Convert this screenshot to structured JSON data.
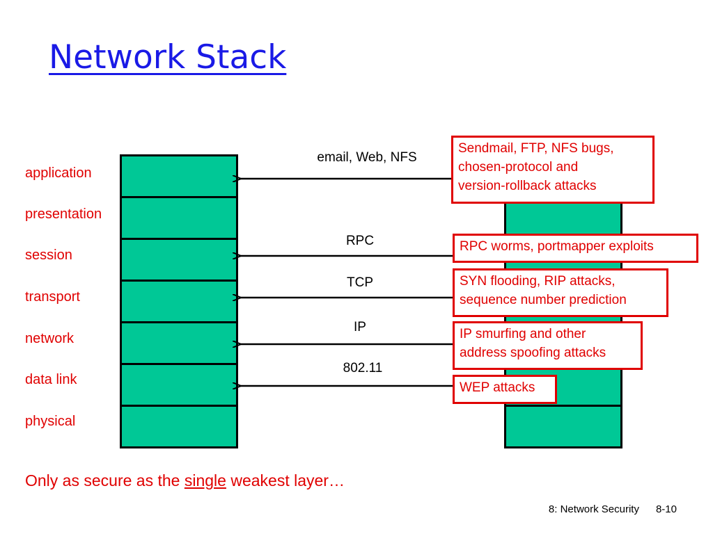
{
  "title": "Network Stack",
  "layers": [
    "application",
    "presentation",
    "session",
    "transport",
    "network",
    "data link",
    "physical"
  ],
  "protocols": [
    {
      "label": "email, Web, NFS",
      "layer": 0
    },
    {
      "label": "RPC",
      "layer": 2
    },
    {
      "label": "TCP",
      "layer": 3
    },
    {
      "label": "IP",
      "layer": 4
    },
    {
      "label": "802.11",
      "layer": 5
    }
  ],
  "attacks": [
    {
      "text": "Sendmail, FTP, NFS bugs,\nchosen-protocol and\nversion-rollback attacks"
    },
    {
      "text": "RPC worms, portmapper exploits"
    },
    {
      "text": "SYN flooding, RIP attacks,\nsequence number prediction"
    },
    {
      "text": "IP smurfing and other\naddress spoofing attacks"
    },
    {
      "text": "WEP attacks"
    }
  ],
  "conclusion": {
    "before": "Only as secure as the ",
    "emphasis": "single",
    "after": " weakest layer…"
  },
  "footer": {
    "chapter": "8: Network Security",
    "page": "8-10"
  },
  "colors": {
    "title": "#1a1ae6",
    "accent": "#e00000",
    "layer_fill": "#00c896"
  }
}
